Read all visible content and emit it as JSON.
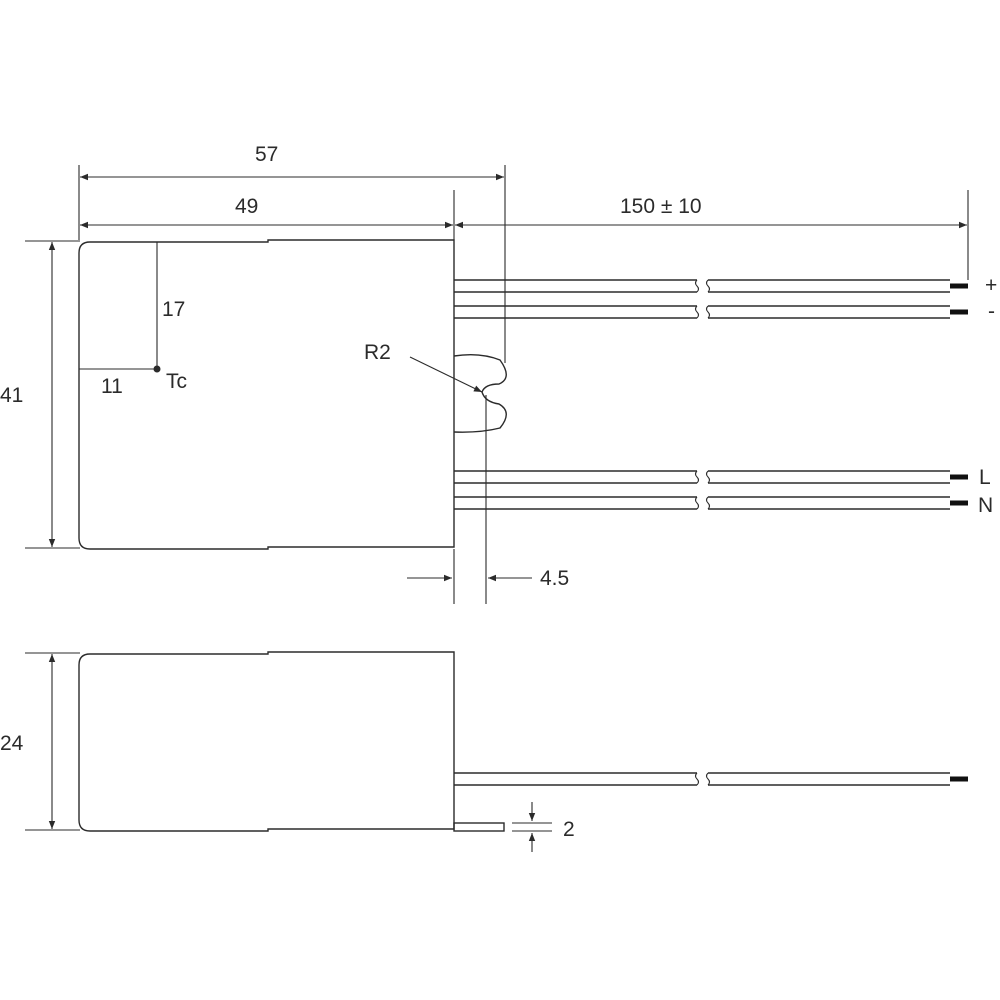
{
  "dimensions": {
    "overall_length": "57",
    "body_length": "49",
    "lead_length": "150 ± 10",
    "height_top": "41",
    "tc_vertical": "17",
    "tc_horizontal": "11",
    "mount_offset": "4.5",
    "side_height": "24",
    "tab_thickness": "2"
  },
  "labels": {
    "tc": "Tc",
    "r2": "R2",
    "plus": "+",
    "minus": "-",
    "line": "L",
    "neutral": "N"
  },
  "colors": {
    "line": "#2b2b2b",
    "lead_tip": "#111111"
  }
}
